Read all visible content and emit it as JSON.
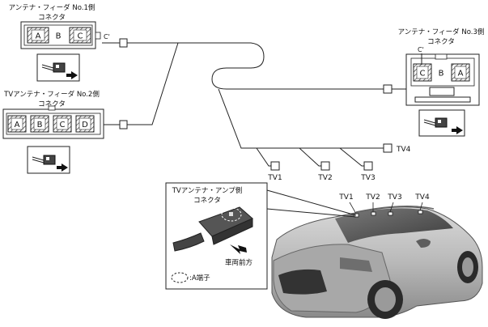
{
  "connectors": {
    "no1": {
      "title_line1": "アンテナ・フィーダ No.1側",
      "title_line2": "コネクタ",
      "pins": [
        "A",
        "B",
        "C"
      ],
      "pin_callout": "C'"
    },
    "no2": {
      "title_line1": "TVアンテナ・フィーダ No.2側",
      "title_line2": "コネクタ",
      "pins": [
        "A",
        "B",
        "C",
        "D"
      ]
    },
    "no3": {
      "title_line1": "アンテナ・フィーダ No.3側",
      "title_line2": "コネクタ",
      "pins": [
        "C",
        "B",
        "A"
      ],
      "pin_callout": "C'"
    },
    "amp": {
      "title_line1": "TVアンテナ・アンプ側",
      "title_line2": "コネクタ",
      "direction_label": "車両前方",
      "legend_label": ":A端子"
    }
  },
  "harness_branches": [
    "TV1",
    "TV2",
    "TV3",
    "TV4"
  ],
  "vehicle_antenna_labels": [
    "TV1",
    "TV2",
    "TV3",
    "TV4"
  ]
}
